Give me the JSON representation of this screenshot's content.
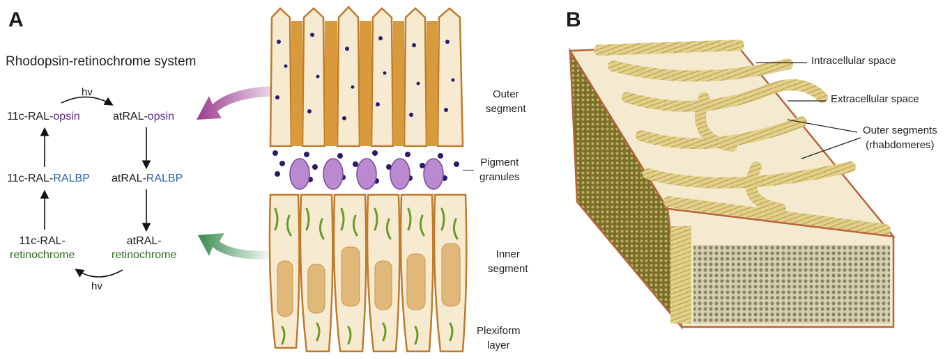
{
  "panels": {
    "a": "A",
    "b": "B"
  },
  "cycle": {
    "title": "Rhodopsin-retinochrome system",
    "n1_prefix": "11c-RAL-",
    "n1_suffix": "opsin",
    "n2_prefix": "atRAL-",
    "n2_suffix": "opsin",
    "n3_prefix": "atRAL-",
    "n3_suffix": "RALBP",
    "n4_prefix": "11c-RAL-",
    "n4_suffix": "RALBP",
    "n5_prefix": "atRAL-",
    "n5_suffix": "retinochrome",
    "n6_prefix": "11c-RAL-",
    "n6_suffix": "retinochrome",
    "hv_top": "hv",
    "hv_bottom": "hv"
  },
  "retina_labels": {
    "outer_1": "Outer",
    "outer_2": "segment",
    "pigment_1": "Pigment",
    "pigment_2": "granules",
    "inner_1": "Inner",
    "inner_2": "segment",
    "plex_1": "Plexiform",
    "plex_2": "layer"
  },
  "block_labels": {
    "intracellular": "Intracellular space",
    "extracellular": "Extracellular space",
    "outer_seg_1": "Outer segments",
    "outer_seg_2": "(rhabdomeres)"
  },
  "colors": {
    "opsin": "#5b2a86",
    "ralbp": "#2a64b0",
    "retinochrome": "#2f6b1f",
    "arrow_purple": "#9b3d8f",
    "arrow_green": "#3b8a4e",
    "cell_border": "#c07a2a",
    "cell_fill": "#f6ead0",
    "granule": "#2e1a6b"
  }
}
